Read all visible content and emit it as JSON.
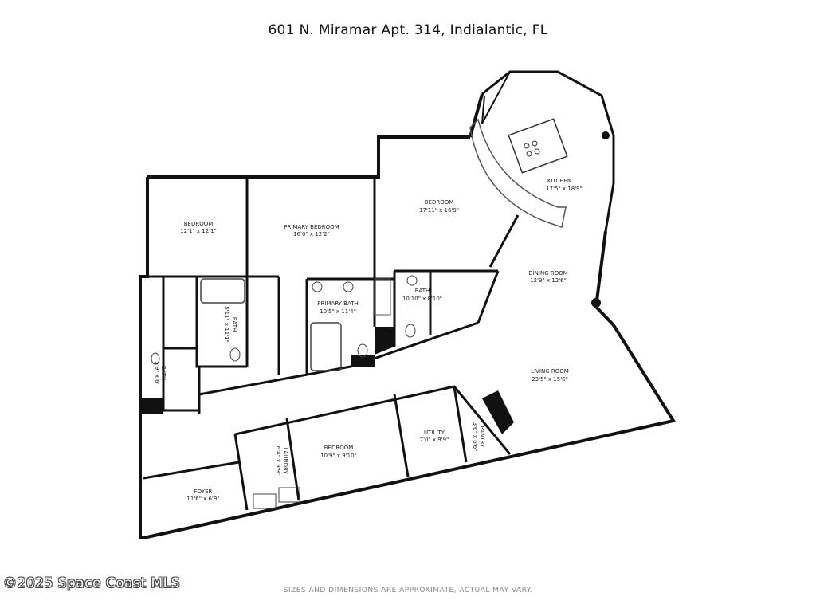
{
  "title": "601 N. Miramar Apt. 314, Indialantic, FL",
  "rooms": {
    "kitchen": {
      "name": "KITCHEN",
      "dim": "17'5\" x 18'9\""
    },
    "bedroom_ne": {
      "name": "BEDROOM",
      "dim": "17'11\" x 16'9\""
    },
    "primary_bedroom": {
      "name": "PRIMARY BEDROOM",
      "dim": "16'0\" x 12'2\""
    },
    "bedroom_nw": {
      "name": "BEDROOM",
      "dim": "12'1\" x 12'1\""
    },
    "dining_room": {
      "name": "DINING ROOM",
      "dim": "12'9\" x 12'6\""
    },
    "bath_center": {
      "name": "BATH",
      "dim": "10'10\" x 8'10\""
    },
    "primary_bath": {
      "name": "PRIMARY BATH",
      "dim": "10'5\" x 11'4\""
    },
    "bath_left": {
      "name": "BATH",
      "dim": "5'11\" x 11'1\""
    },
    "bath_small": {
      "name": "BATH",
      "dim": "5'9\" x 6'"
    },
    "living_room": {
      "name": "LIVING ROOM",
      "dim": "23'5\" x 15'6\""
    },
    "utility": {
      "name": "UTILITY",
      "dim": "7'0\" x 9'9\""
    },
    "pantry": {
      "name": "PANTRY",
      "dim": "3'6\" x 6'6\""
    },
    "bedroom_s": {
      "name": "BEDROOM",
      "dim": "10'9\" x 9'10\""
    },
    "laundry": {
      "name": "LAUNDRY",
      "dim": "6'4\" x 9'9\""
    },
    "foyer": {
      "name": "FOYER",
      "dim": "11'6\" x 6'9\""
    }
  },
  "watermark": "©2025 Space Coast MLS",
  "disclaimer": "SIZES AND DIMENSIONS ARE APPROXIMATE, ACTUAL MAY VARY.",
  "colors": {
    "wall": "#111111",
    "line": "#555555"
  }
}
